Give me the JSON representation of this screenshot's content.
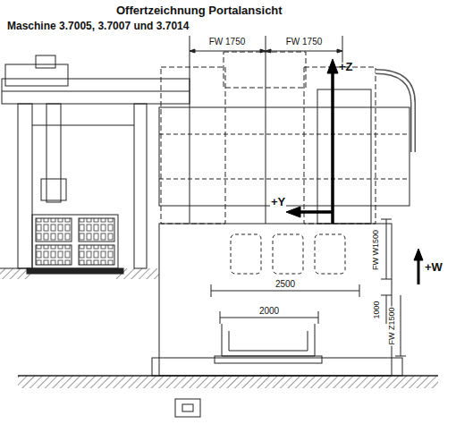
{
  "diagram": {
    "title": "Offertzeichnung Portalansicht",
    "labels": [
      "Maschine 3.7005, 3.7007 und 3.7014",
      "FW 1750",
      "FW 1750",
      "+Z",
      "+Y",
      "+W",
      "FW W1500",
      "2500",
      "2000",
      "1000",
      "FW Z1500"
    ]
  }
}
